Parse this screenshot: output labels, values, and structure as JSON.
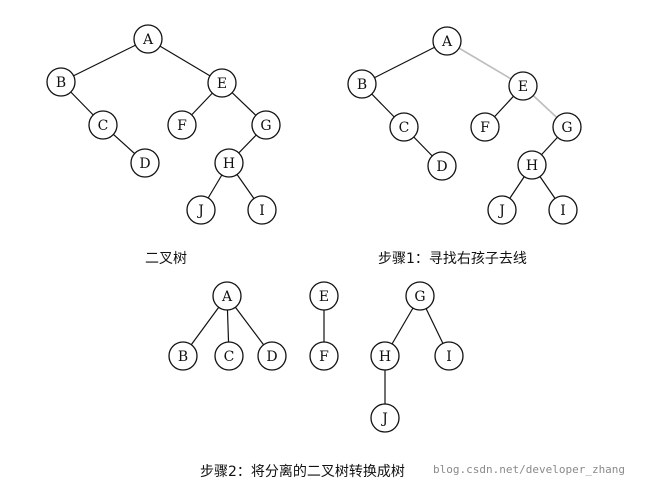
{
  "diagrams": [
    {
      "id": "original",
      "caption": "二叉树",
      "nodes": [
        "A",
        "B",
        "C",
        "D",
        "E",
        "F",
        "G",
        "H",
        "J",
        "I"
      ],
      "edges": [
        [
          "A",
          "B"
        ],
        [
          "A",
          "E"
        ],
        [
          "B",
          "C"
        ],
        [
          "C",
          "D"
        ],
        [
          "E",
          "F"
        ],
        [
          "E",
          "G"
        ],
        [
          "G",
          "H"
        ],
        [
          "H",
          "J"
        ],
        [
          "H",
          "I"
        ]
      ]
    },
    {
      "id": "step1",
      "caption": "步骤1：寻找右孩子去线",
      "nodes": [
        "A",
        "B",
        "C",
        "D",
        "E",
        "F",
        "G",
        "H",
        "J",
        "I"
      ],
      "edges": [
        [
          "A",
          "B"
        ],
        [
          "B",
          "C"
        ],
        [
          "C",
          "D"
        ],
        [
          "E",
          "F"
        ],
        [
          "G",
          "H"
        ],
        [
          "H",
          "J"
        ],
        [
          "H",
          "I"
        ]
      ],
      "removed_edges": [
        [
          "A",
          "E"
        ],
        [
          "E",
          "G"
        ]
      ]
    },
    {
      "id": "step2",
      "caption": "步骤2：将分离的二叉树转换成树",
      "trees": [
        {
          "root": "A",
          "edges": [
            [
              "A",
              "B"
            ],
            [
              "A",
              "C"
            ],
            [
              "A",
              "D"
            ]
          ]
        },
        {
          "root": "E",
          "edges": [
            [
              "E",
              "F"
            ]
          ]
        },
        {
          "root": "G",
          "edges": [
            [
              "G",
              "H"
            ],
            [
              "G",
              "I"
            ],
            [
              "H",
              "J"
            ]
          ]
        }
      ]
    }
  ],
  "watermark": "blog.csdn.net/developer_zhang",
  "colors": {
    "line": "#111111",
    "removed_line": "#bdbdbd",
    "node_fill": "#ffffff",
    "node_stroke": "#111111"
  }
}
